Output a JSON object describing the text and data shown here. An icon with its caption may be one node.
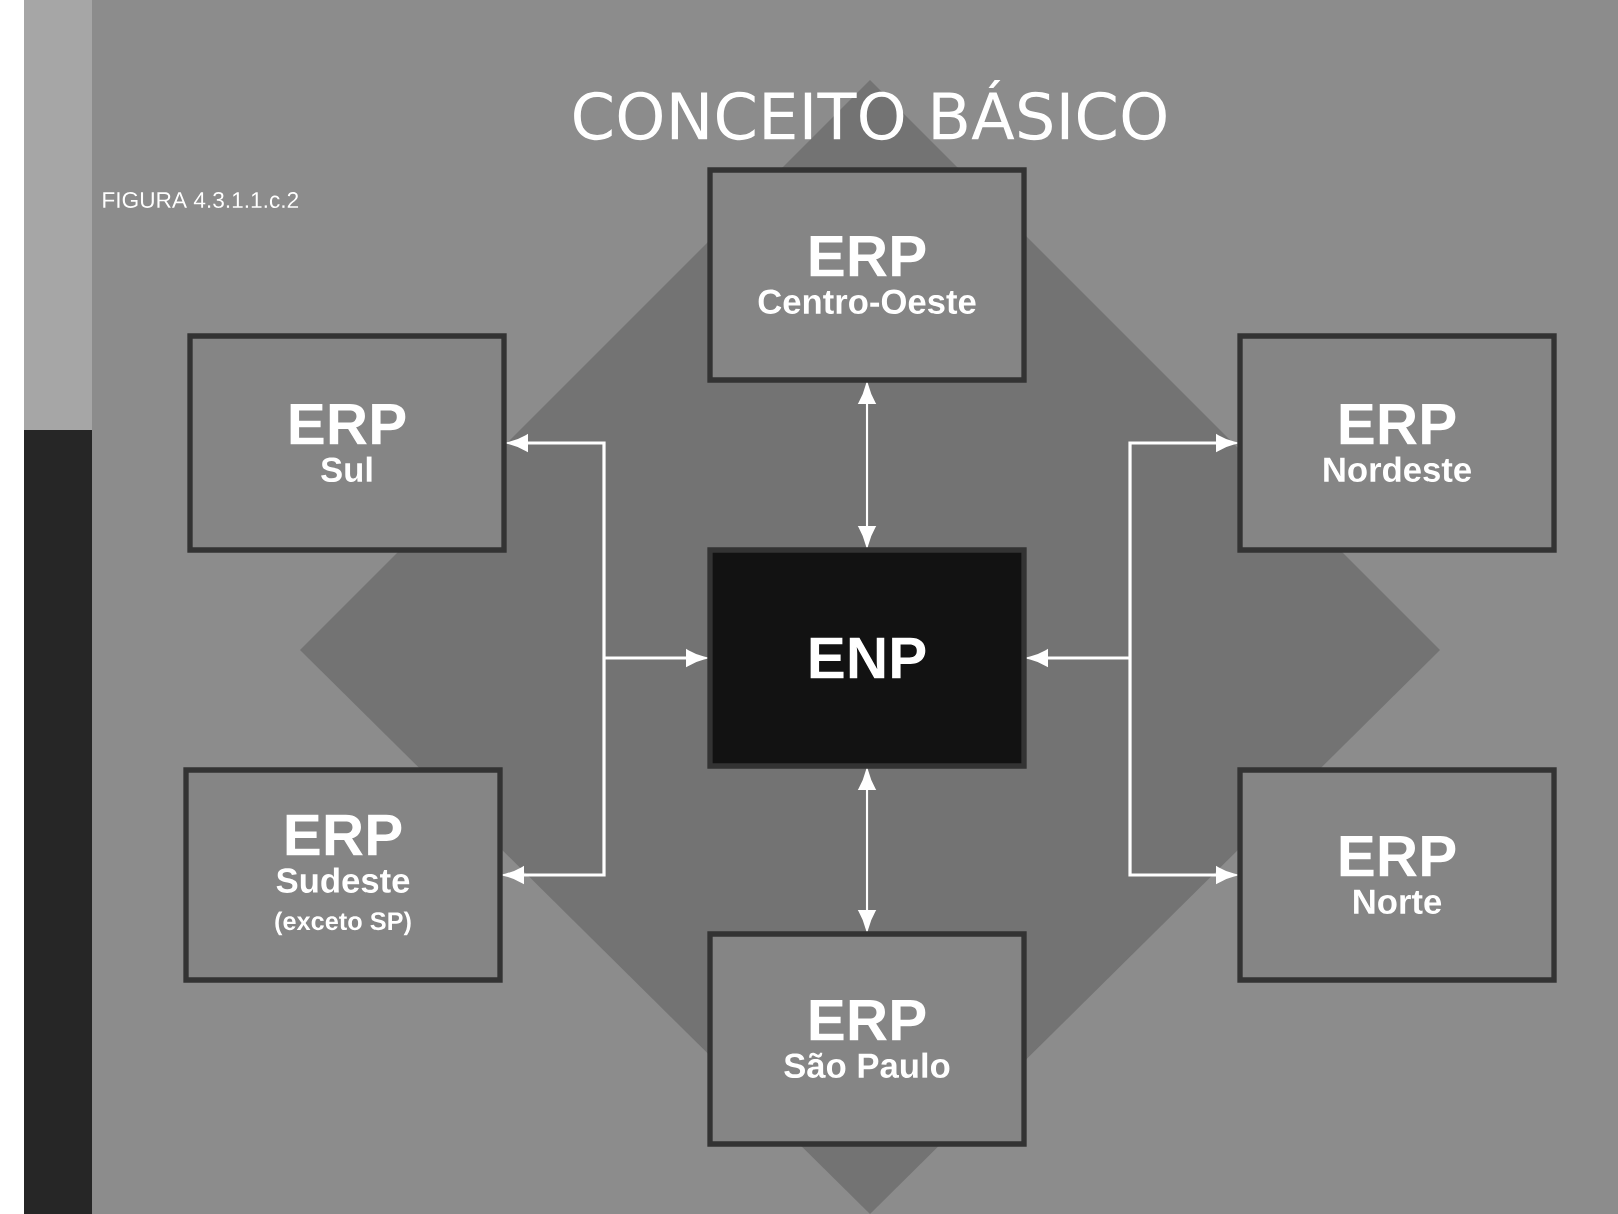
{
  "diagram": {
    "title": "CONCEITO BÁSICO",
    "nodes": [
      {
        "text": [
          "ERP",
          "Centro-Oeste"
        ]
      },
      {
        "text": [
          "ERP",
          "Sul"
        ]
      },
      {
        "text": [
          "ERP",
          "Nordeste"
        ]
      },
      {
        "text": [
          "ENP"
        ]
      },
      {
        "text": [
          "ERP",
          "Sudeste",
          "(exceto SP)"
        ]
      },
      {
        "text": [
          "ERP",
          "Norte"
        ]
      },
      {
        "text": [
          "ERP",
          "São Paulo"
        ]
      }
    ],
    "edges": [
      {
        "from": 0,
        "to": 3,
        "arrow": "both"
      },
      {
        "from": 1,
        "to": 3,
        "arrow": "both"
      },
      {
        "from": 4,
        "to": 3,
        "arrow": "both"
      },
      {
        "from": 2,
        "to": 3,
        "arrow": "both"
      },
      {
        "from": 5,
        "to": 3,
        "arrow": "both"
      },
      {
        "from": 6,
        "to": 3,
        "arrow": "both"
      }
    ],
    "labels": [
      "FIGURA 4.3.1.1.c.2"
    ]
  }
}
